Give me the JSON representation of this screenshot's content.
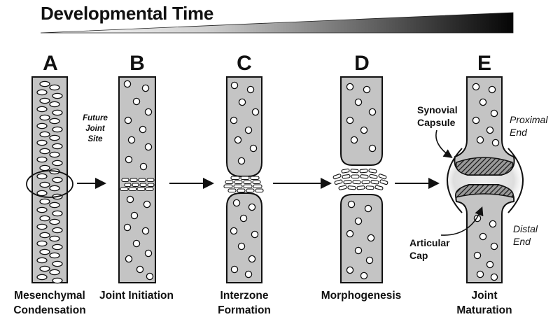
{
  "title": "Developmental Time",
  "stages": [
    {
      "letter": "A",
      "caption_line1": "Mesenchymal",
      "caption_line2": "Condensation"
    },
    {
      "letter": "B",
      "caption_line1": "Joint Initiation",
      "caption_line2": ""
    },
    {
      "letter": "C",
      "caption_line1": "Interzone",
      "caption_line2": "Formation"
    },
    {
      "letter": "D",
      "caption_line1": "Morphogenesis",
      "caption_line2": ""
    },
    {
      "letter": "E",
      "caption_line1": "Joint",
      "caption_line2": "Maturation"
    }
  ],
  "annotations": {
    "future_joint_site": [
      "Future",
      "Joint",
      "Site"
    ],
    "synovial_capsule": [
      "Synovial",
      "Capsule"
    ],
    "proximal_end": [
      "Proximal",
      "End"
    ],
    "articular_cap": [
      "Articular",
      "Cap"
    ],
    "distal_end": [
      "Distal",
      "End"
    ]
  },
  "colors": {
    "cartilage_fill": "#c4c4c4",
    "outline": "#111111",
    "cell_fill": "#ffffff",
    "time_bar_dark": "#0a0a0a",
    "time_bar_light": "#ffffff",
    "capsule_glow": "#dcdcdc"
  }
}
